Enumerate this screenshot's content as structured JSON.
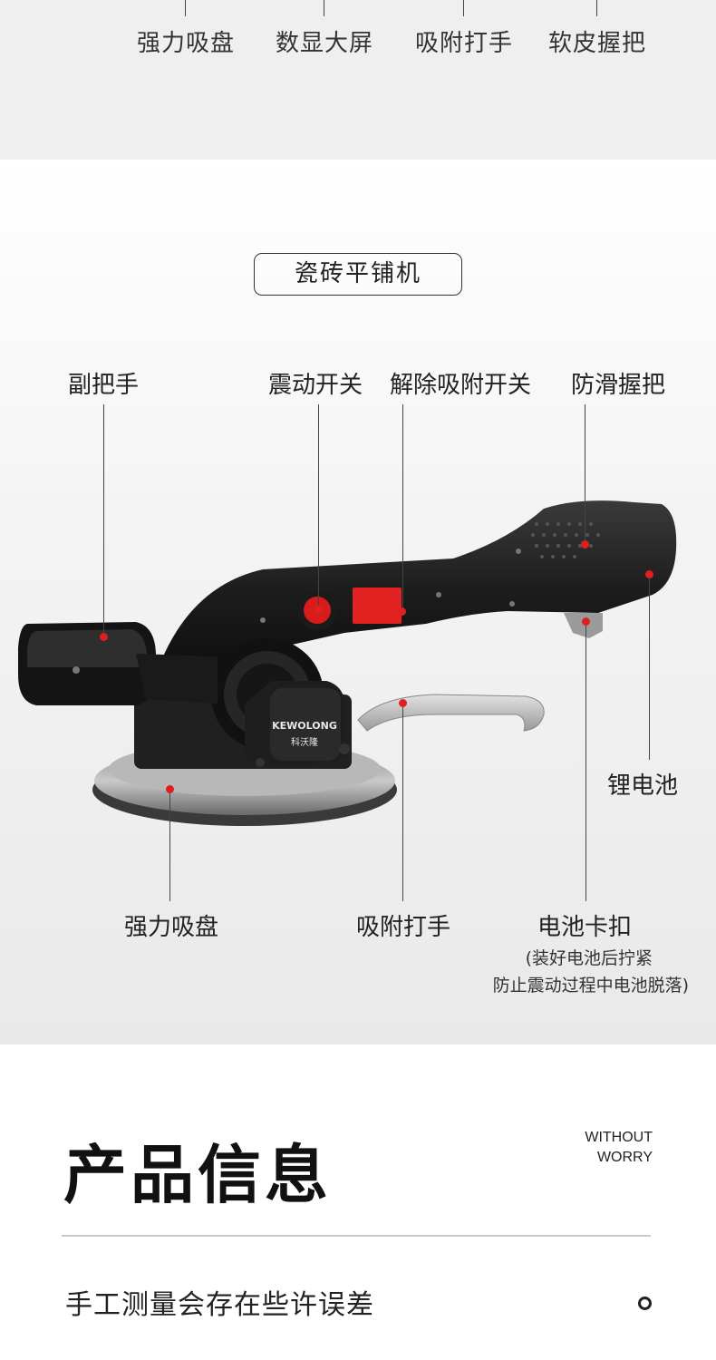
{
  "top_features": [
    "强力吸盘",
    "数显大屏",
    "吸附打手",
    "软皮握把"
  ],
  "product_title": "瓷砖平铺机",
  "brand": {
    "logo_text": "KEWOLONG",
    "logo_sub": "科沃隆"
  },
  "callouts": {
    "aux_handle": "副把手",
    "vibration_switch": "震动开关",
    "release_switch": "解除吸附开关",
    "grip": "防滑握把",
    "battery": "锂电池",
    "suction_cup": "强力吸盘",
    "suction_lever": "吸附打手",
    "battery_clip": "电池卡扣",
    "battery_clip_note_1": "(装好电池后拧紧",
    "battery_clip_note_2": "防止震动过程中电池脱落)"
  },
  "info": {
    "title": "产品信息",
    "tagline_1": "WITHOUT",
    "tagline_2": "WORRY",
    "disclaimer": "手工测量会存在些许误差"
  },
  "colors": {
    "accent_red": "#e02020",
    "body_black": "#1c1c1c",
    "band_grey": "#efefef"
  }
}
